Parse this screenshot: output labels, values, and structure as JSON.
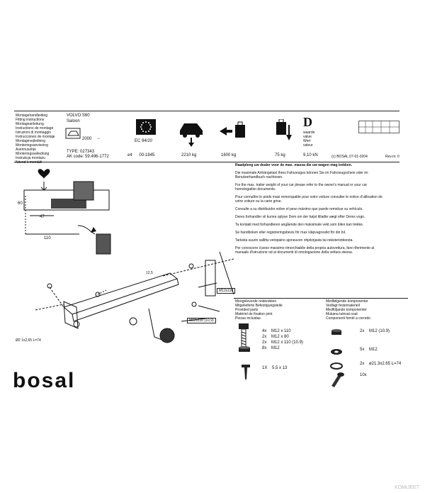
{
  "header": {
    "languages": [
      "Montagehandleiding",
      "Fitting instructions",
      "Montageanleitung",
      "Instructions de montage",
      "Istruzioni di montaggio",
      "Instrucciones de montaje",
      "Montagevejledning",
      "Monteringsanvisning",
      "Asennusohje",
      "Monteringsveiledning",
      "Instrukcja montażu",
      "Návod k montáži"
    ],
    "model": "VOLVO S60",
    "body": "Saloon",
    "year": "2000",
    "type_label": "TYPE:",
    "type_value": "027343",
    "ak_label": "AK code:",
    "ak_value": "59.496-1772",
    "ec_label": "EC 94/20",
    "e_mark": "e4",
    "approval": "00-1845",
    "mass_total": "2210 kg",
    "mass_trailer": "1600 kg",
    "mass_vertical": "75 kg",
    "d_value": "9,10 kN",
    "d_letter": "D",
    "d_words": [
      "waarde",
      "value",
      "Wert",
      "valeur"
    ],
    "ref": "(c) BOSAL.07-01-0204",
    "rev": "Rev.nr. 0"
  },
  "dims": {
    "d60": "60",
    "d47": "47",
    "d110": "110"
  },
  "instructions": [
    {
      "first": "Raadpleeg uw dealer voor de max. massa die uw wagen mag trekken.",
      "rest": ""
    },
    {
      "first": "Die maximale Anhängelast Ihres Fahrzeuges können Sie im Fahrzeugschein oder im",
      "rest": "Benutzerhandbuch nachlesen."
    },
    {
      "first": "For the max. trailer weight of your car please refer to the owner's manual or your car",
      "rest": "homologation documents."
    },
    {
      "first": "Pour connaître le poids maxi remorquable pour votre voiture consulter le notice d'utilisation de",
      "rest": "votre voiture ou la carte grise."
    },
    {
      "first": "Consulte a su distribuidor sobre el peso máximo que puede remolcar su vehículo.",
      "rest": ""
    },
    {
      "first": "Deres forhandler vil kunne oplyse Dem om der højst tilladte vægt efter Deres vogn.",
      "rest": ""
    },
    {
      "first": "Ta kontakt med forhandleren angående den maksimale vekt som bilen kan trekke.",
      "rest": ""
    },
    {
      "first": "Se handboken eller registreringsbevis för max släpvagnsvikt för din bil.",
      "rest": ""
    },
    {
      "first": "Tarkista suurin sallittu vetopaino ajoneuvon ohjekirjasta tai rekisteriotteesta.",
      "rest": ""
    },
    {
      "first": "Per conoscere il peso massimo rimorchiabile della propria autovettura, fare riferimento al",
      "rest": "manuale d'istruzione od ai documenti di omologazione della vettura stessa."
    }
  ],
  "parts_header_left": [
    "Meegeleverde onderdelen",
    "Mitgelieferte Befestigungsteile",
    "Provided parts",
    "Matériel de fixation joint",
    "Piezas incluidas"
  ],
  "parts_header_right": [
    "Medfølgende komponenter",
    "Vedlagt festemateriell",
    "Medföljande komponenter",
    "Mukana tulevat osat",
    "Componenti forniti a corredo"
  ],
  "parts_left": [
    {
      "qty": "4x",
      "desc": "M12 x 110"
    },
    {
      "qty": "2x",
      "desc": "M12 x 80"
    },
    {
      "qty": "2x",
      "desc": "M12 x 110 (10.9)"
    },
    {
      "qty": "8x",
      "desc": "M12"
    },
    {
      "qty": "1X",
      "desc": "5.5 x 13"
    }
  ],
  "parts_right": [
    {
      "qty": "2x",
      "desc": "M12 (10.9)"
    },
    {
      "qty": "5x",
      "desc": "M12"
    },
    {
      "qty": "2x",
      "desc": "ø21.3x2.65 L=74"
    },
    {
      "qty": "10x",
      "desc": ""
    }
  ],
  "drawing_labels": {
    "m12x110": "M12x110",
    "m12x110_109": "M12x110 (10,9)",
    "tube": "Ø2 1x2,65 L=74",
    "num": "12,5"
  },
  "brand": "bosal",
  "watermark": "KOMIJEET"
}
